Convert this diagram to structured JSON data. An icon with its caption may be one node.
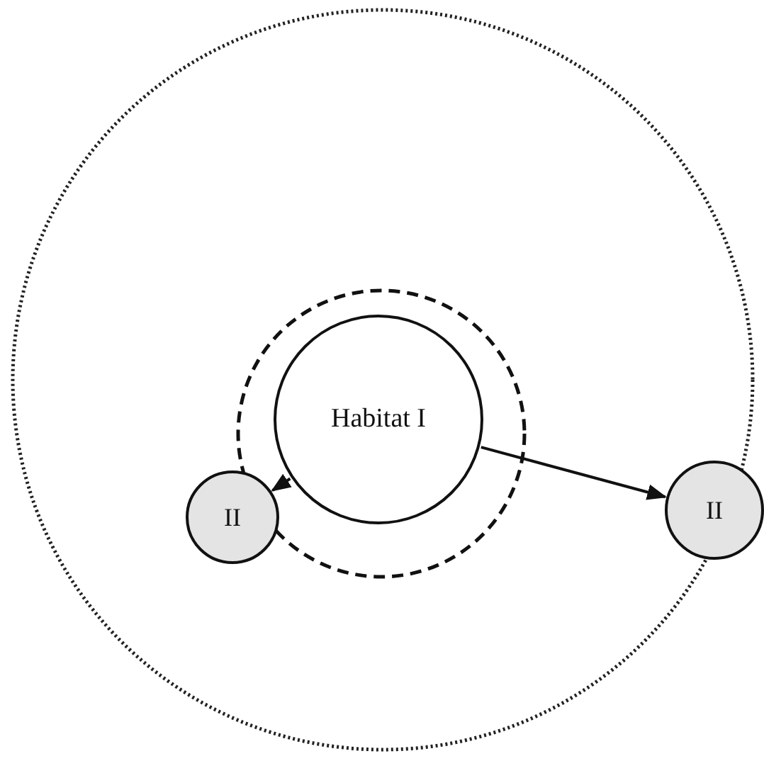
{
  "diagram": {
    "nodes": [
      {
        "text": [
          "Habitat I"
        ]
      },
      {
        "text": [
          "II"
        ]
      },
      {
        "text": [
          "II"
        ]
      }
    ],
    "edges": [
      {
        "from": 0,
        "to": 1,
        "arrow": "to"
      },
      {
        "from": 0,
        "to": 2,
        "arrow": "to"
      }
    ]
  }
}
